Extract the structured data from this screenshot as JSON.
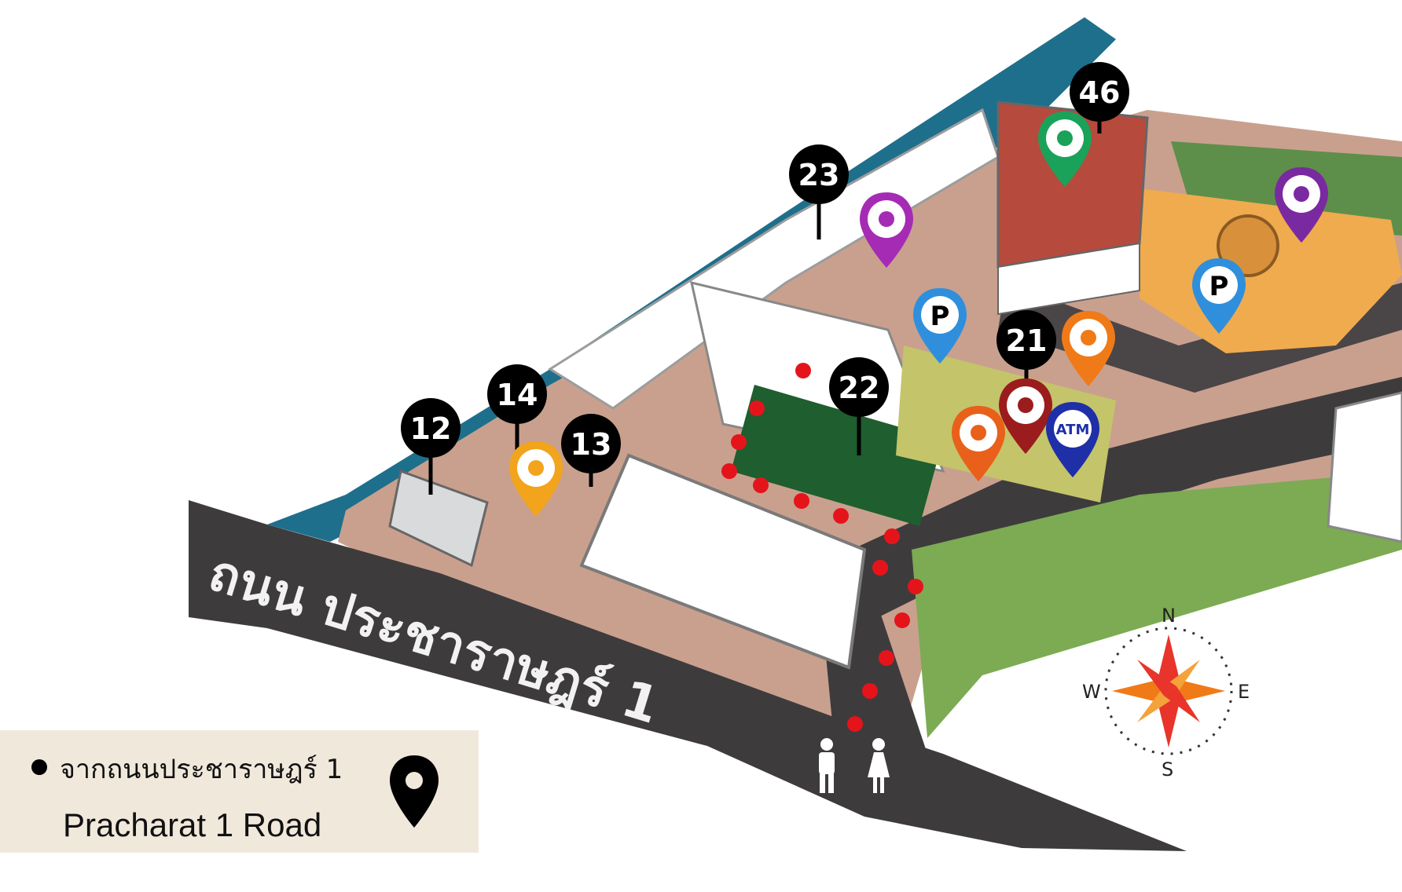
{
  "road_label_th": "ถนน ประชาราษฎร์ 1",
  "buildings": [
    "12",
    "13",
    "14",
    "21",
    "22",
    "23",
    "46"
  ],
  "poi_icons": [
    {
      "name": "buddha-statue-pin",
      "color": "#f2a41d"
    },
    {
      "name": "parking-pin",
      "label": "P",
      "color": "#2f8fdc"
    },
    {
      "name": "parking-pin",
      "label": "P",
      "color": "#2f8fdc"
    },
    {
      "name": "restroom-pin",
      "color": "#f07a18"
    },
    {
      "name": "restaurant-pin",
      "color": "#1aa25a"
    },
    {
      "name": "camera-pin",
      "color": "#a52bb5"
    },
    {
      "name": "camera-pin",
      "color": "#7a2aa0"
    },
    {
      "name": "shrine-pin",
      "color": "#9b1c1c"
    },
    {
      "name": "atm-pin",
      "label": "ATM",
      "color": "#1f2fa8"
    },
    {
      "name": "star-landmark-pin",
      "color": "#e8601a"
    }
  ],
  "compass": {
    "n": "N",
    "s": "S",
    "e": "E",
    "w": "W"
  },
  "legend": {
    "thai": "จากถนนประชาราษฎร์ 1",
    "english": "Pracharat 1 Road"
  },
  "colors": {
    "river": "#1e6f8c",
    "road": "#3e3b3d",
    "ground": "#c9a08e",
    "route": "#e5141b",
    "green": "#1f5e2f",
    "plaza": "#f0ab4e"
  }
}
